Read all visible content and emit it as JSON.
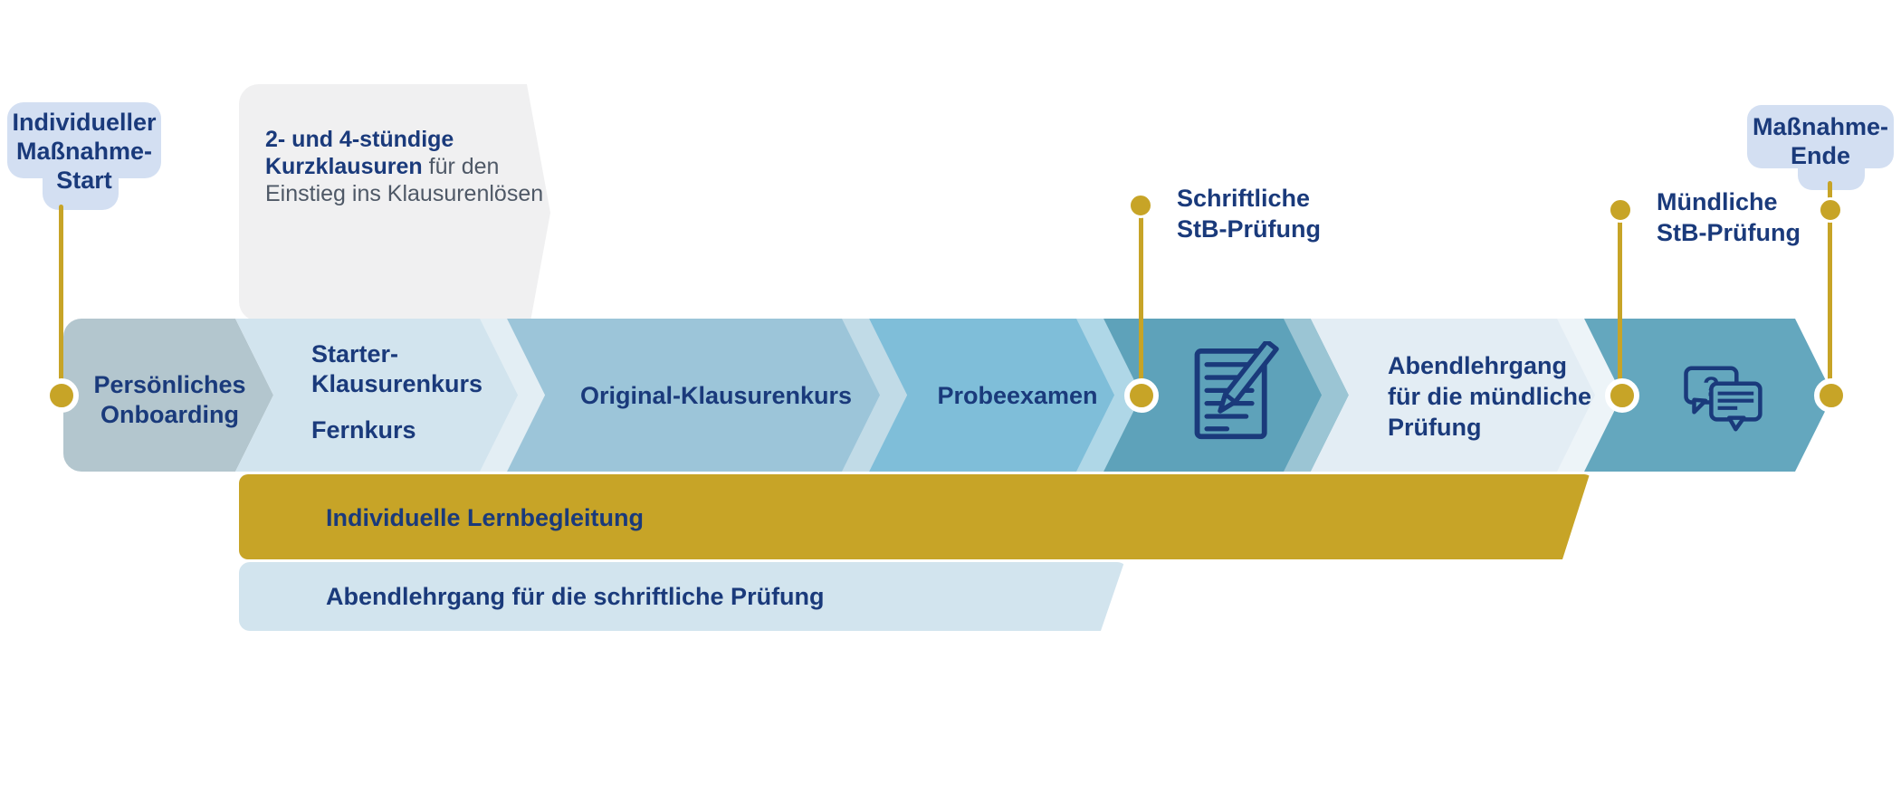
{
  "palette": {
    "navy": "#1A3A7B",
    "gold": "#C7A427",
    "callout-bg": "#D3DFF2",
    "info-bg": "#F0F0F1",
    "info-text": "#4E5866",
    "seg1": "#B3C6CE",
    "seg2": "#D2E4EE",
    "seg3": "#9CC5D9",
    "seg4": "#7FBED9",
    "seg5": "#5EA2BA",
    "seg6": "#E3EDF4",
    "seg7": "#64A7BE"
  },
  "callouts": {
    "start": {
      "lines": [
        "Individueller",
        "Maßnahme-",
        "Start"
      ]
    },
    "end": {
      "lines": [
        "Maßnahme-",
        "Ende"
      ]
    }
  },
  "info_box": {
    "line1_bold": "2- und 4-stündige",
    "line2_bold": "Kurzklausuren",
    "line2_regular": " für den",
    "line3": "Einstieg ins Klausurenlösen"
  },
  "segments": {
    "onboarding": {
      "lines": [
        "Persönliches",
        "Onboarding"
      ]
    },
    "starter": {
      "lines": [
        "Starter-",
        "Klausurenkurs"
      ],
      "sub": "Fernkurs"
    },
    "original": {
      "label": "Original-Klausurenkurs"
    },
    "probeexamen": {
      "label": "Probeexamen"
    },
    "written_exam": {
      "icon": "exam-writing-icon"
    },
    "abendlehrgang_muendlich": {
      "lines": [
        "Abendlehrgang",
        "für die mündliche",
        "Prüfung"
      ]
    },
    "oral_exam": {
      "icon": "discussion-icon",
      "question_mark": "?"
    }
  },
  "milestones": {
    "written": {
      "lines": [
        "Schriftliche",
        "StB-Prüfung"
      ]
    },
    "oral": {
      "lines": [
        "Mündliche",
        "StB-Prüfung"
      ]
    }
  },
  "bars": {
    "coaching": {
      "label": "Individuelle Lernbegleitung"
    },
    "abendlehrgang_schriftlich": {
      "label": "Abendlehrgang für die schriftliche Prüfung"
    }
  }
}
